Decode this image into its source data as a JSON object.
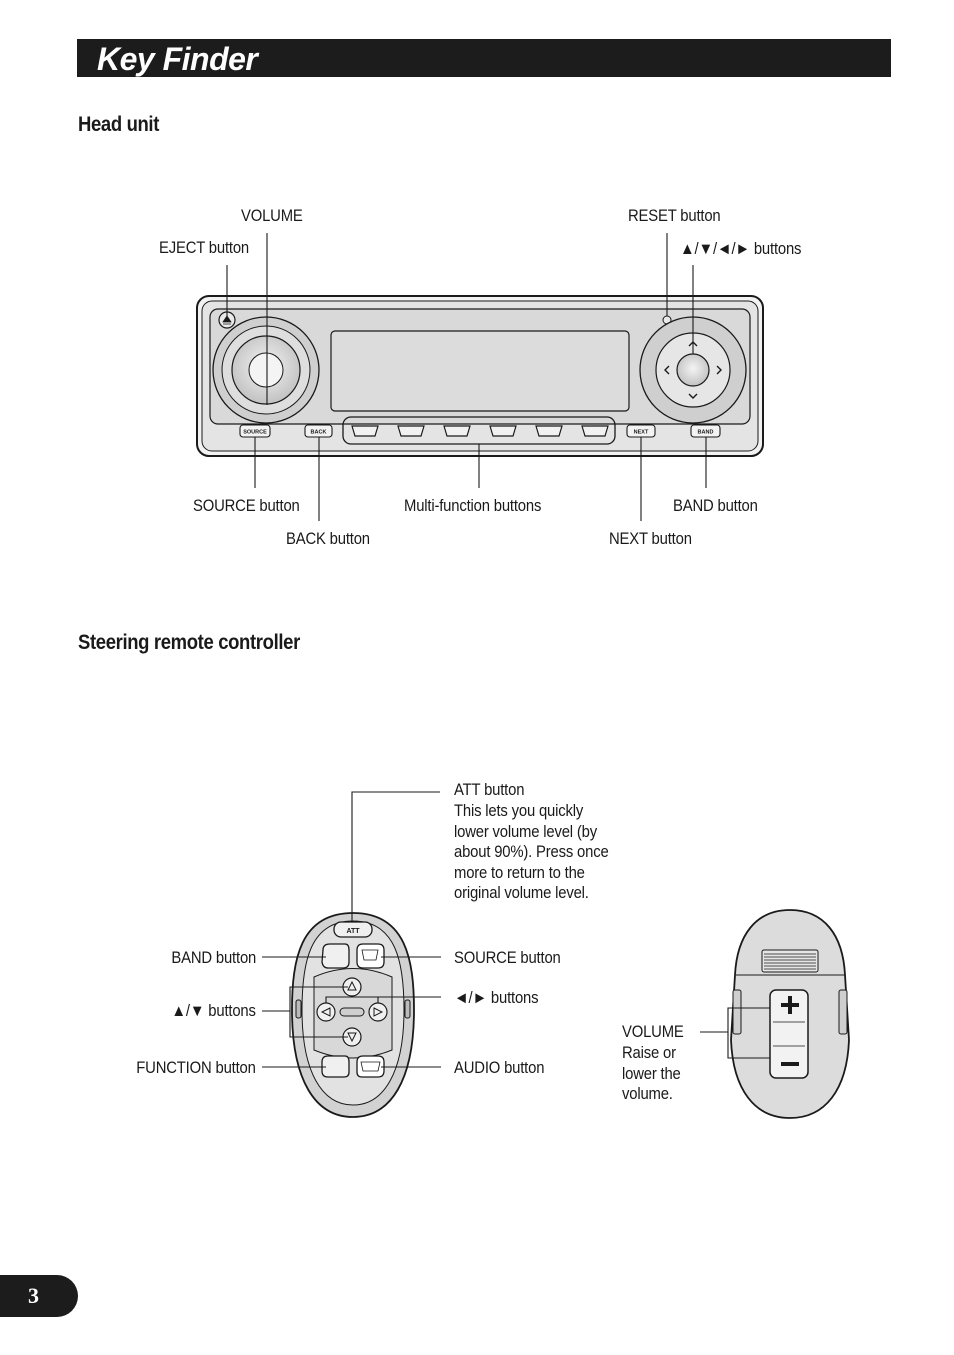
{
  "page_title": "Key Finder",
  "page_number": "3",
  "head_unit": {
    "heading": "Head unit",
    "labels": {
      "volume": "VOLUME",
      "eject": "EJECT button",
      "reset": "RESET button",
      "arrows": "▲/▼/◄/► buttons",
      "source": "SOURCE button",
      "back": "BACK button",
      "multi": "Multi-function buttons",
      "next": "NEXT button",
      "band": "BAND button"
    },
    "key_text": {
      "source": "SOURCE",
      "back": "BACK",
      "next": "NEXT",
      "band": "BAND"
    }
  },
  "remote": {
    "heading": "Steering remote controller",
    "labels": {
      "att": "ATT button",
      "att_desc": "This lets you quickly lower volume level (by about 90%). Press once more to return to the original volume level.",
      "band": "BAND button",
      "source": "SOURCE button",
      "updown": "▲/▼ buttons",
      "leftright": "◄/► buttons",
      "function": "FUNCTION button",
      "audio": "AUDIO button",
      "volume": "VOLUME",
      "volume_desc": "Raise or lower the volume."
    },
    "key_text": {
      "att": "ATT"
    }
  }
}
